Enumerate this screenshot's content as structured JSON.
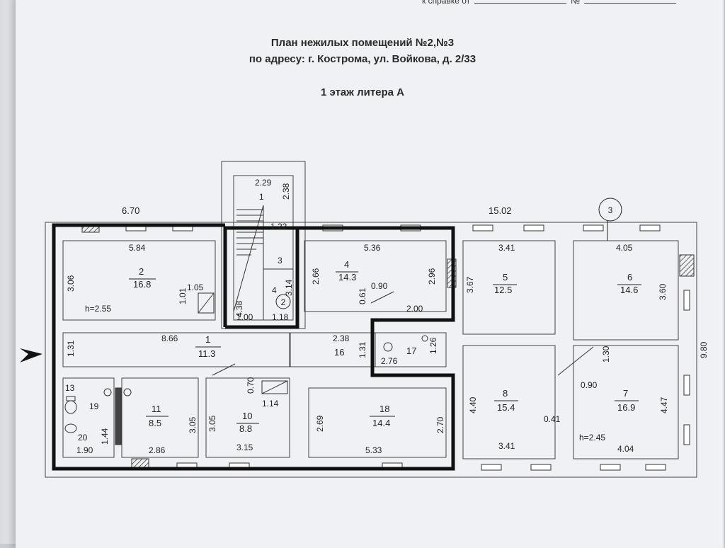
{
  "header": {
    "ref_prefix": "к справке от",
    "ref_no": "№"
  },
  "title": {
    "line1": "План нежилых помещений №2,№3",
    "line2": "по адресу: г. Кострома, ул. Войкова, д. 2/33",
    "line3": "1 этаж литера А"
  },
  "plan": {
    "overall": {
      "left_width": "6.70",
      "right_width": "15.02",
      "right_height": "9.80"
    },
    "callouts": {
      "premises_2": "2",
      "premises_3": "3"
    },
    "rooms": [
      {
        "no": "1",
        "area": "2.29",
        "dims": [
          "2.38"
        ]
      },
      {
        "no": "2",
        "area": "16.8",
        "dims": [
          "5.84",
          "3.06",
          "1.05",
          "1.01"
        ],
        "height": "h=2.55"
      },
      {
        "no": "3",
        "dims": [
          "1.22",
          "3.14"
        ]
      },
      {
        "no": "4",
        "dims": [
          "4.38",
          "1.00",
          "1.18"
        ]
      },
      {
        "no": "4",
        "area": "14.3",
        "dims": [
          "5.36",
          "2.66",
          "2.96",
          "0.61",
          "0.90",
          "2.00"
        ]
      },
      {
        "no": "5",
        "area": "12.5",
        "dims": [
          "3.41",
          "3.67"
        ]
      },
      {
        "no": "6",
        "area": "14.6",
        "dims": [
          "4.05",
          "3.60"
        ]
      },
      {
        "no": "1",
        "area": "11.3",
        "dims": [
          "8.66",
          "1.31"
        ]
      },
      {
        "no": "16",
        "dims": [
          "2.38",
          "1.31"
        ]
      },
      {
        "no": "17",
        "dims": [
          "1.26",
          "2.76"
        ]
      },
      {
        "no": "7",
        "area": "16.9",
        "dims": [
          "1.30",
          "0.90",
          "4.47",
          "4.04"
        ],
        "height": "h=2.45"
      },
      {
        "no": "8",
        "area": "15.4",
        "dims": [
          "4.40",
          "3.41",
          "0.41"
        ]
      },
      {
        "no": "18",
        "area": "14.4",
        "dims": [
          "2.69",
          "2.70",
          "5.33"
        ]
      },
      {
        "no": "10",
        "area": "8.8",
        "dims": [
          "0.70",
          "1.14",
          "3.05",
          "3.15"
        ]
      },
      {
        "no": "11",
        "area": "8.5",
        "dims": [
          "3.05",
          "2.86"
        ]
      },
      {
        "no": "13"
      },
      {
        "no": "19"
      },
      {
        "no": "20",
        "dims": [
          "1.44",
          "1.90"
        ]
      }
    ]
  }
}
